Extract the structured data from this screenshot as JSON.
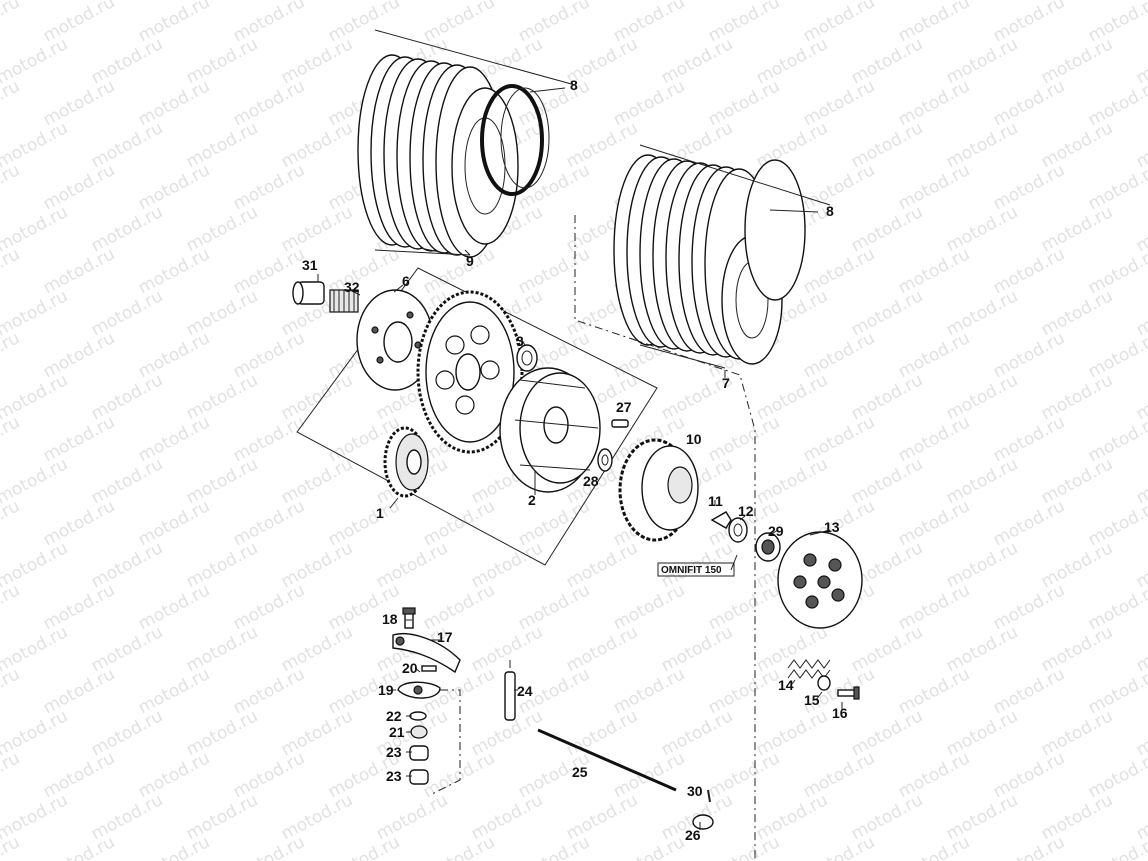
{
  "watermark": {
    "text": "motod.ru"
  },
  "callouts": [
    {
      "label": "8"
    },
    {
      "label": "9"
    },
    {
      "label": "8"
    },
    {
      "label": "7"
    },
    {
      "label": "31"
    },
    {
      "label": "32"
    },
    {
      "label": "6"
    },
    {
      "label": "3"
    },
    {
      "label": "27"
    },
    {
      "label": "10"
    },
    {
      "label": "28"
    },
    {
      "label": "2"
    },
    {
      "label": "1"
    },
    {
      "label": "11"
    },
    {
      "label": "12"
    },
    {
      "label": "29"
    },
    {
      "label": "13"
    },
    {
      "label": "18"
    },
    {
      "label": "17"
    },
    {
      "label": "20"
    },
    {
      "label": "19"
    },
    {
      "label": "22"
    },
    {
      "label": "21"
    },
    {
      "label": "23"
    },
    {
      "label": "23"
    },
    {
      "label": "24"
    },
    {
      "label": "25"
    },
    {
      "label": "14"
    },
    {
      "label": "15"
    },
    {
      "label": "16"
    },
    {
      "label": "30"
    },
    {
      "label": "26"
    }
  ],
  "notes": {
    "omnifit": "OMNIFIT 150"
  },
  "colors": {
    "ink": "#111111",
    "watermark": "#c9c9c9",
    "background": "#ffffff"
  }
}
